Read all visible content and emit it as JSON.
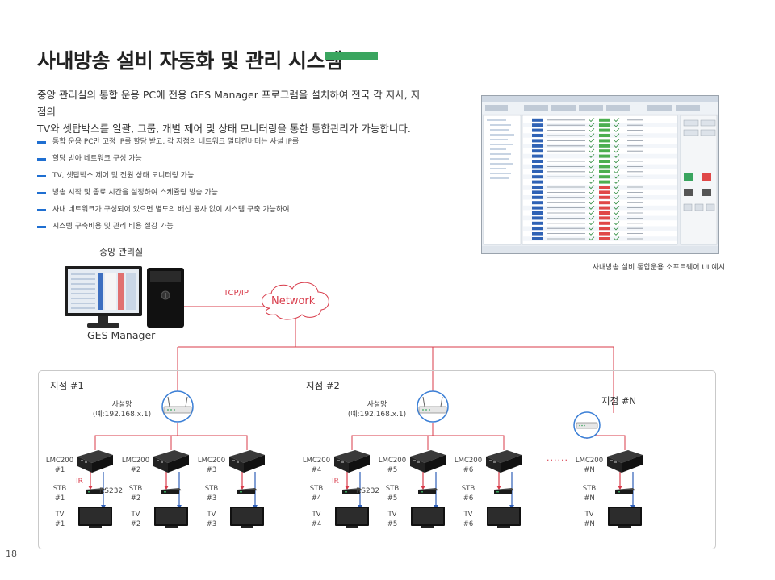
{
  "title": "사내방송 설비 자동화 및 관리 시스템",
  "intro": {
    "line1": "중앙 관리실의 통합 운용 PC에 전용 GES Manager 프로그램을 설치하여 전국 각 지사, 지점의",
    "line2": "TV와 셋탑박스를 일괄, 그룹, 개별 제어 및 상태 모니터링을 통한 통합관리가 가능합니다."
  },
  "bullets": [
    "통합 운용 PC만 고정 IP를 할당 받고, 각 지점의 네트워크 멀티컨버터는 사설 IP를",
    "할당 받아 네트워크 구성 가능",
    "TV, 셋탑박스 제어 및 전원 상태 모니터링 가능",
    "방송 시작 및 종료 시간을 설정하여 스케쥴링 방송 가능",
    "사내 네트워크가 구성되어 있으면 별도의 배선 공사 없이 시스템 구축 가능하여",
    "시스템 구축비용 및 관리 비용 절감 가능"
  ],
  "software_caption": "사내방송 설비 통합운용 소프트웨어 UI 예시",
  "control_room_label": "중앙 관리실",
  "ges_manager_label": "GES Manager",
  "tcpip_label": "TCP/IP",
  "network_label": "Network",
  "sites": [
    {
      "name": "지점 #1",
      "subnet_line1": "사설망",
      "subnet_line2": "(예:192.168.x.1)"
    },
    {
      "name": "지점 #2",
      "subnet_line1": "사설망",
      "subnet_line2": "(예:192.168.x.1)"
    },
    {
      "name": "지점 #N"
    }
  ],
  "units": [
    {
      "lmc1": "LMC200",
      "lmc2": "#1",
      "stb1": "STB",
      "stb2": "#1",
      "tv1": "TV",
      "tv2": "#1"
    },
    {
      "lmc1": "LMC200",
      "lmc2": "#2",
      "stb1": "STB",
      "stb2": "#2",
      "tv1": "TV",
      "tv2": "#2"
    },
    {
      "lmc1": "LMC200",
      "lmc2": "#3",
      "stb1": "STB",
      "stb2": "#3",
      "tv1": "TV",
      "tv2": "#3"
    },
    {
      "lmc1": "LMC200",
      "lmc2": "#4",
      "stb1": "STB",
      "stb2": "#4",
      "tv1": "TV",
      "tv2": "#4"
    },
    {
      "lmc1": "LMC200",
      "lmc2": "#5",
      "stb1": "STB",
      "stb2": "#5",
      "tv1": "TV",
      "tv2": "#5"
    },
    {
      "lmc1": "LMC200",
      "lmc2": "#6",
      "stb1": "STB",
      "stb2": "#6",
      "tv1": "TV",
      "tv2": "#6"
    },
    {
      "lmc1": "LMC200",
      "lmc2": "#N",
      "stb1": "STB",
      "stb2": "#N",
      "tv1": "TV",
      "tv2": "#N"
    }
  ],
  "ir_label": "IR",
  "rs232_label": "RS232",
  "ellipsis": "······",
  "page_number": "18",
  "colors": {
    "accent_green": "#3aa55f",
    "bullet_blue": "#1f6fd1",
    "network_red": "#d83b4a",
    "ir_red": "#d83b4a",
    "rs_blue": "#2f5fb8"
  }
}
